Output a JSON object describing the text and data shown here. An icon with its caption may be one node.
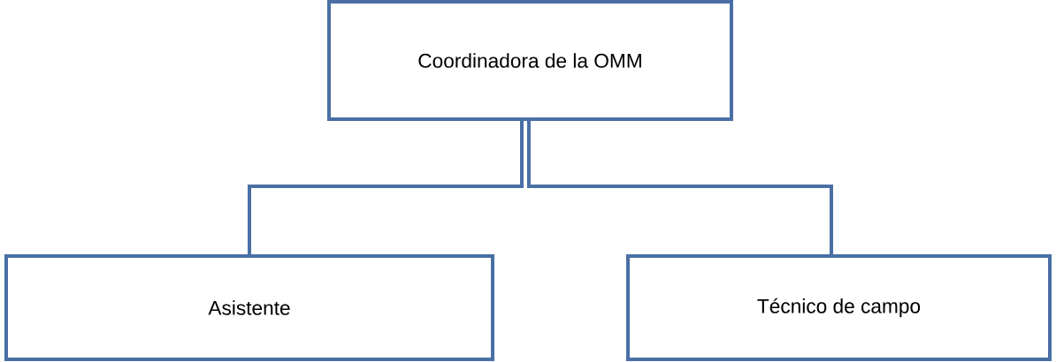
{
  "diagram": {
    "nodes": [
      {
        "text": [
          "Coordinadora de la OMM"
        ]
      },
      {
        "text": [
          "Asistente"
        ]
      },
      {
        "text": [
          "Técnico de campo"
        ]
      }
    ],
    "edges": [
      {
        "from": 0,
        "to": 1,
        "arrow": "none"
      },
      {
        "from": 0,
        "to": 2,
        "arrow": "none"
      }
    ]
  }
}
